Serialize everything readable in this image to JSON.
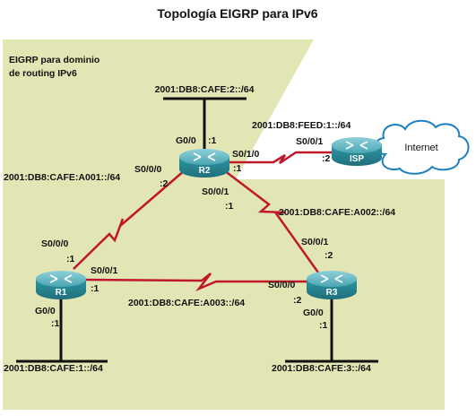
{
  "title": "Topología EIGRP para IPv6",
  "domain_label": [
    "EIGRP para dominio",
    "de routing IPv6"
  ],
  "colors": {
    "domain_fill": "#e2e6b5",
    "serial_link": "#c0182b",
    "router_body": "#2a8c9a",
    "router_top": "#5fb3bf",
    "cloud_stroke": "#1c7fbf",
    "ethernet": "#111111"
  },
  "routers": [
    {
      "id": "R1",
      "label": "R1"
    },
    {
      "id": "R2",
      "label": "R2"
    },
    {
      "id": "R3",
      "label": "R3"
    },
    {
      "id": "ISP",
      "label": "ISP"
    }
  ],
  "cloud": {
    "label": "Internet"
  },
  "networks": {
    "lan_r2": "2001:DB8:CAFE:2::/64",
    "isp_link": "2001:DB8:FEED:1::/64",
    "r1_r2": "2001:DB8:CAFE:A001::/64",
    "r2_r3": "2001:DB8:CAFE:A002::/64",
    "r1_r3": "2001:DB8:CAFE:A003::/64",
    "lan_r1": "2001:DB8:CAFE:1::/64",
    "lan_r3": "2001:DB8:CAFE:3::/64"
  },
  "interfaces": {
    "r2_g00": "G0/0",
    "r2_g00_host": ":1",
    "r2_s010": "S0/1/0",
    "r2_s010_host": ":1",
    "isp_s001": "S0/0/1",
    "isp_s001_host": ":2",
    "r2_s000": "S0/0/0",
    "r2_s000_host": ":2",
    "r2_s001": "S0/0/1",
    "r2_s001_host": ":1",
    "r3_s001": "S0/0/1",
    "r3_s001_host": ":2",
    "r1_s000": "S0/0/0",
    "r1_s000_host": ":1",
    "r1_s001": "S0/0/1",
    "r1_s001_host": ":1",
    "r3_s000": "S0/0/0",
    "r3_s000_host": ":2",
    "r1_g00": "G0/0",
    "r1_g00_host": ":1",
    "r3_g00": "G0/0",
    "r3_g00_host": ":1"
  }
}
